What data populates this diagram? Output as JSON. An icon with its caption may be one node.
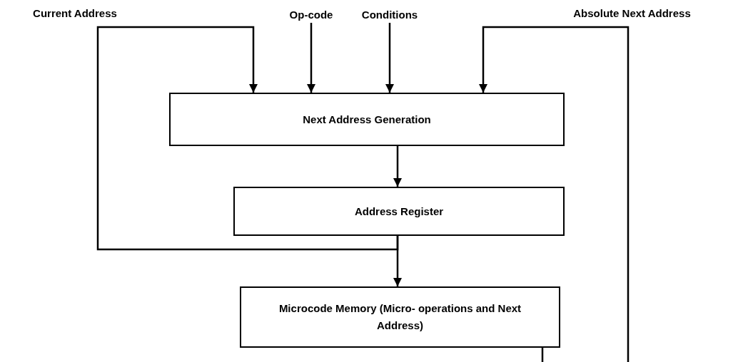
{
  "diagram": {
    "nodes": [
      {
        "text": [
          "Op-code"
        ]
      },
      {
        "text": [
          "Conditions"
        ]
      },
      {
        "text": [
          "Next Address Generation"
        ]
      },
      {
        "text": [
          "Address Register"
        ]
      },
      {
        "text": [
          "Microcode Memory (Micro- operations and Next Address)"
        ]
      }
    ],
    "edges": [
      {
        "from": 0,
        "to": 2,
        "arrow": "to"
      },
      {
        "from": 1,
        "to": 2,
        "arrow": "to"
      },
      {
        "from": 2,
        "to": 3,
        "arrow": "to"
      },
      {
        "from": 3,
        "to": 4,
        "arrow": "to"
      },
      {
        "from": 3,
        "to": 2,
        "arrow": "to",
        "label": "Current Address"
      },
      {
        "from": null,
        "to": 2,
        "arrow": "to",
        "label": "Absolute Next Address"
      },
      {
        "from": 4,
        "to": null,
        "arrow": "none"
      }
    ]
  }
}
